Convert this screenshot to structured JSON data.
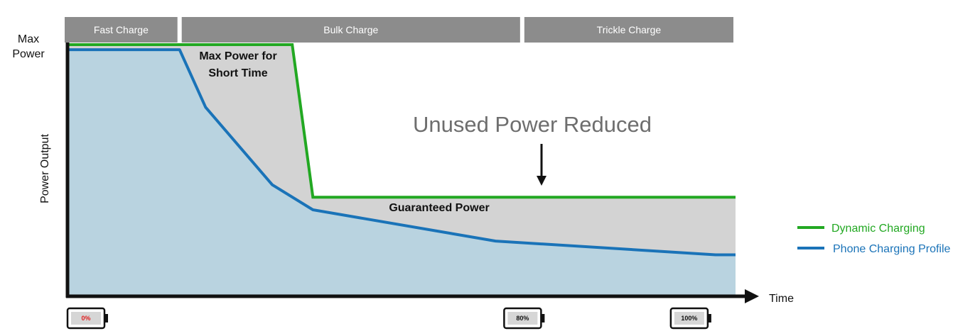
{
  "chart_data": {
    "type": "area",
    "phases": [
      {
        "label": "Fast Charge",
        "x_start": 0,
        "x_end": 16.6
      },
      {
        "label": "Bulk Charge",
        "x_start": 16.6,
        "x_end": 68
      },
      {
        "label": "Trickle Charge",
        "x_start": 68,
        "x_end": 100
      }
    ],
    "xlabel": "Time",
    "ylabel": "Power Output",
    "y_max_label_line1": "Max",
    "y_max_label_line2": "Power",
    "xlim": [
      0,
      100
    ],
    "ylim": [
      0,
      100
    ],
    "series": [
      {
        "name": "Dynamic Charging",
        "color": "#22a822",
        "points": [
          [
            0,
            100
          ],
          [
            33.5,
            100
          ],
          [
            36.6,
            39
          ],
          [
            100,
            39
          ]
        ]
      },
      {
        "name": "Phone Charging Profile",
        "color": "#1a73b8",
        "points": [
          [
            0,
            98
          ],
          [
            16.6,
            98
          ],
          [
            20.5,
            75
          ],
          [
            30.5,
            44
          ],
          [
            36.6,
            34
          ],
          [
            64,
            21.5
          ],
          [
            97,
            16
          ],
          [
            100,
            16
          ]
        ]
      }
    ],
    "fills": {
      "unused_power": "#d3d3d3",
      "used_power": "#b9d3e0"
    },
    "annotations": {
      "max_power_line1": "Max Power for",
      "max_power_line2": "Short Time",
      "guaranteed_power": "Guaranteed Power",
      "unused_power_reduced": "Unused Power Reduced"
    },
    "battery_markers": [
      {
        "label": "0%",
        "x": 0,
        "text_color": "#e02020"
      },
      {
        "label": "80%",
        "x": 65.5,
        "text_color": "#111111"
      },
      {
        "label": "100%",
        "x": 90.5,
        "text_color": "#111111"
      }
    ],
    "legend_position": "right"
  }
}
